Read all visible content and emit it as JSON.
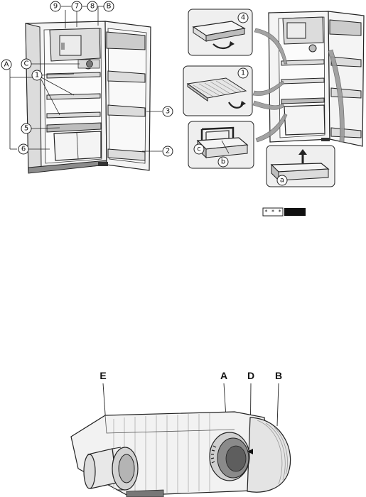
{
  "figure1": {
    "callouts": {
      "c9": "9",
      "c7": "7",
      "c8": "8",
      "cB": "B",
      "cA": "A",
      "cC": "C",
      "c1": "1",
      "c5": "5",
      "c6": "6",
      "c3": "3",
      "c2": "2"
    }
  },
  "figure2": {
    "callouts": {
      "c4": "4",
      "c1": "1",
      "cc": "c",
      "cb": "b",
      "ca": "a"
    }
  },
  "freezer_badge": {
    "stars": "* * *"
  },
  "thermostat": {
    "labels": {
      "E": "E",
      "A": "A",
      "D": "D",
      "B": "B"
    }
  }
}
